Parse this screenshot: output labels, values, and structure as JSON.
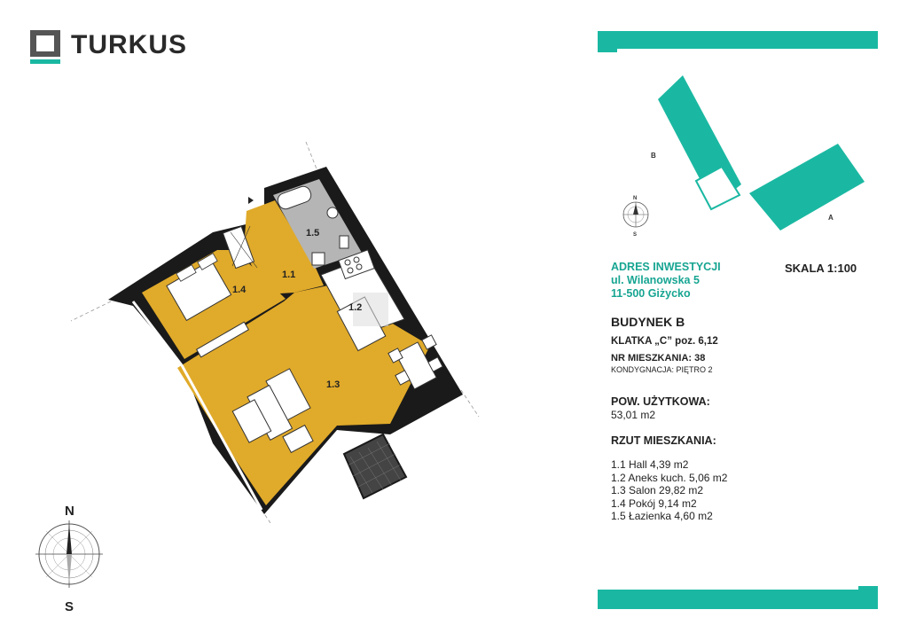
{
  "brand": {
    "name": "TURKUS"
  },
  "address": {
    "heading": "ADRES INWESTYCJI",
    "street": "ul. Wilanowska 5",
    "city": "11-500 Giżycko"
  },
  "scale": "SKALA 1:100",
  "building": "BUDYNEK B",
  "staircase": "KLATKA „C” poz. 6,12",
  "apartment_number": "NR MIESZKANIA: 38",
  "floor": "KONDYGNACJA: PIĘTRO 2",
  "usable_area": {
    "label": "POW. UŻYTKOWA:",
    "value": "53,01 m2"
  },
  "rooms": {
    "heading": "RZUT MIESZKANIA:",
    "items": [
      "1.1 Hall 4,39 m2",
      "1.2 Aneks kuch. 5,06 m2",
      "1.3 Salon 29,82 m2",
      "1.4 Pokój 9,14 m2",
      "1.5 Łazienka 4,60 m2"
    ]
  },
  "plan_labels": {
    "r11": "1.1",
    "r12": "1.2",
    "r13": "1.3",
    "r14": "1.4",
    "r15": "1.5"
  },
  "site_map": {
    "label_a": "A",
    "label_b": "B",
    "north": "N",
    "south": "S"
  },
  "compass": {
    "north": "N",
    "south": "S"
  },
  "colors": {
    "teal": "#1ab8a2",
    "floor": "#e0aa2a",
    "bath": "#b5b5b5",
    "wall": "#1a1a1a"
  }
}
